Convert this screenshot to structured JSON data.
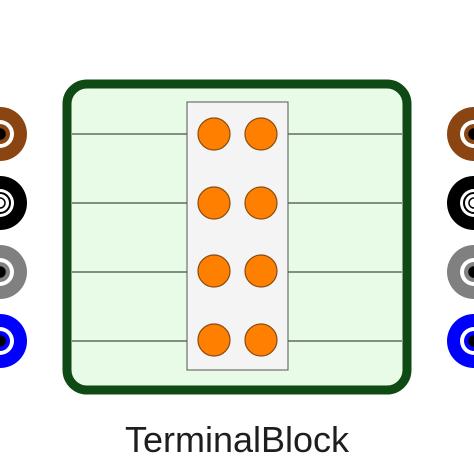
{
  "block": {
    "label": "TerminalBlock",
    "frame_color": "#0f4a14",
    "fill_color": "#e8fbe6",
    "strip_color": "#f4f4f4",
    "terminal_color": "#ff8000"
  },
  "ports": {
    "left": [
      {
        "name": "brown",
        "color": "#8b4512"
      },
      {
        "name": "black",
        "color": "#000000"
      },
      {
        "name": "grey",
        "color": "#808080"
      },
      {
        "name": "blue",
        "color": "#0000ff"
      }
    ],
    "right": [
      {
        "name": "brown",
        "color": "#8b4512"
      },
      {
        "name": "black",
        "color": "#000000"
      },
      {
        "name": "grey",
        "color": "#808080"
      },
      {
        "name": "blue",
        "color": "#0000ff"
      }
    ]
  },
  "terminal_rows": 4,
  "terminals_per_row": 2
}
